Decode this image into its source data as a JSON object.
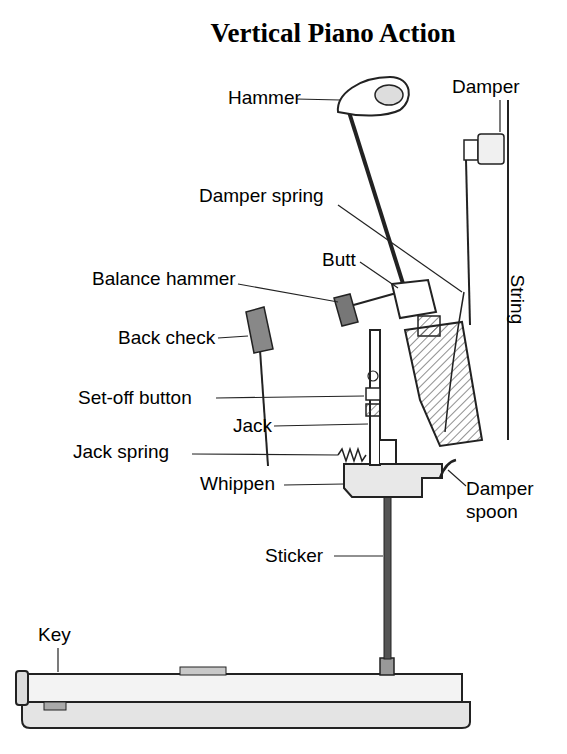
{
  "diagram": {
    "title": "Vertical Piano Action",
    "labels": [
      "Hammer",
      "Damper",
      "Damper spring",
      "Butt",
      "Balance hammer",
      "String",
      "Back check",
      "Set-off button",
      "Jack",
      "Jack spring",
      "Whippen",
      "Damper spoon",
      "Sticker",
      "Key"
    ]
  }
}
